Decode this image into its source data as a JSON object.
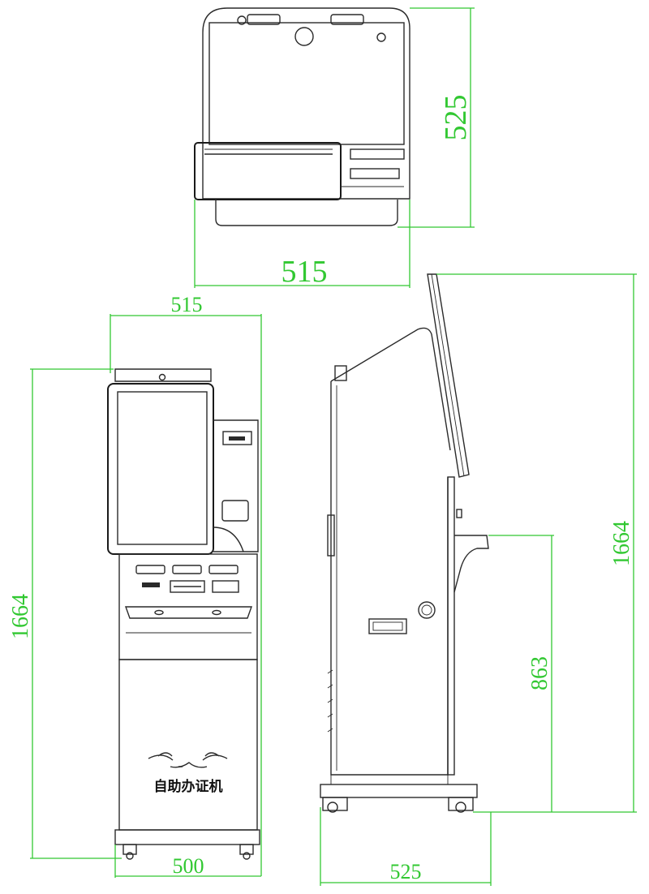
{
  "dimensions": {
    "top_view": {
      "depth": "525",
      "width": "515"
    },
    "front_view": {
      "width_top": "515",
      "height": "1664",
      "base_width": "500"
    },
    "side_view": {
      "height": "1664",
      "shelf_height": "863",
      "base_depth": "525"
    }
  },
  "brand": {
    "label": "自助办证机"
  },
  "colors": {
    "dimension_lines": "#32c832",
    "outline": "#2a2a2a",
    "background": "#ffffff"
  }
}
